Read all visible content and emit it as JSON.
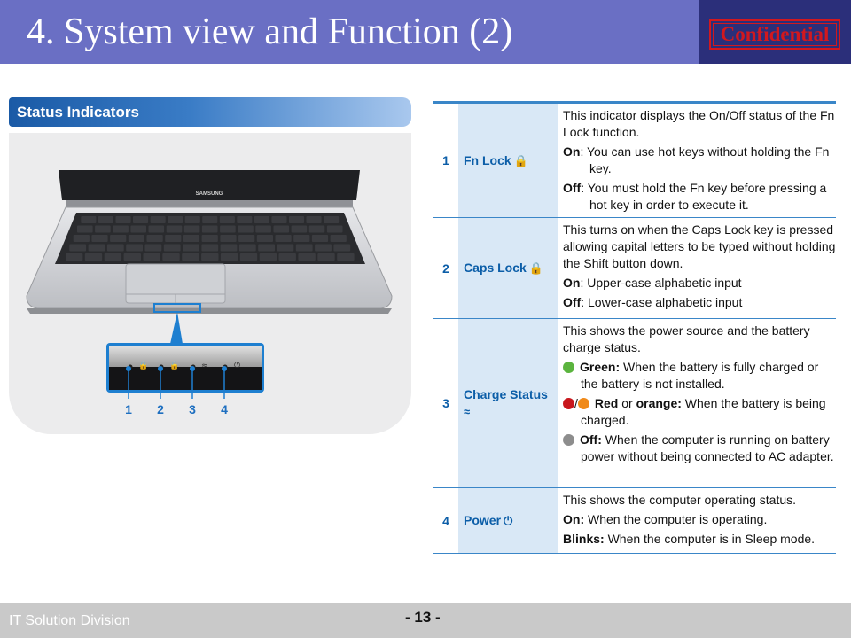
{
  "header": {
    "title": "4. System view and Function (2)",
    "confidential": "Confidential"
  },
  "left": {
    "section_title": "Status Indicators",
    "brand_logo_text": "SAMSUNG",
    "callout_numbers": [
      "1",
      "2",
      "3",
      "4"
    ]
  },
  "indicators": [
    {
      "num": "1",
      "name": "Fn Lock",
      "icon": "lock-fn-icon",
      "intro": "This indicator displays the On/Off status of the Fn Lock function.",
      "on_label": "On",
      "on_text": ": You can use hot keys without holding the Fn key.",
      "off_label": "Off",
      "off_text": ": You must hold the Fn key before pressing a hot key in order to execute it."
    },
    {
      "num": "2",
      "name": "Caps Lock",
      "icon": "lock-caps-icon",
      "intro": "This turns on when the Caps Lock key is pressed allowing capital letters to be typed without holding the Shift button down.",
      "on_label": "On",
      "on_text": ": Upper-case alphabetic input",
      "off_label": "Off",
      "off_text": ": Lower-case alphabetic input"
    },
    {
      "num": "3",
      "name": "Charge Status",
      "icon": "charge-icon",
      "intro": "This shows the power source and the battery charge status.",
      "green_label": "Green:",
      "green_text": " When the battery is fully charged or the battery is not installed.",
      "red_label": "Red",
      "or_text": " or ",
      "orange_label": "orange:",
      "red_text": " When the battery is being charged.",
      "off_label": "Off:",
      "off_text": " When the computer is running on battery power without being connected to AC adapter."
    },
    {
      "num": "4",
      "name": "Power",
      "icon": "power-icon",
      "intro": "This shows the computer operating status.",
      "on_label": "On:",
      "on_text": " When the computer is operating.",
      "blink_label": "Blinks:",
      "blink_text": " When the computer is in Sleep mode."
    }
  ],
  "footer": {
    "division": "IT Solution Division",
    "page": "- 13 -"
  },
  "colors": {
    "header_bg": "#6a6fc4",
    "confidential_bg": "#2b2f7a",
    "confidential_text": "#d2181e",
    "accent_blue": "#0c5ea8",
    "table_rule": "#3a86c8",
    "name_cell_bg": "#d9e8f6",
    "status_green": "#5bb43e",
    "status_red": "#c8171d",
    "status_orange": "#f08a1a",
    "status_off": "#8d8d8d"
  }
}
